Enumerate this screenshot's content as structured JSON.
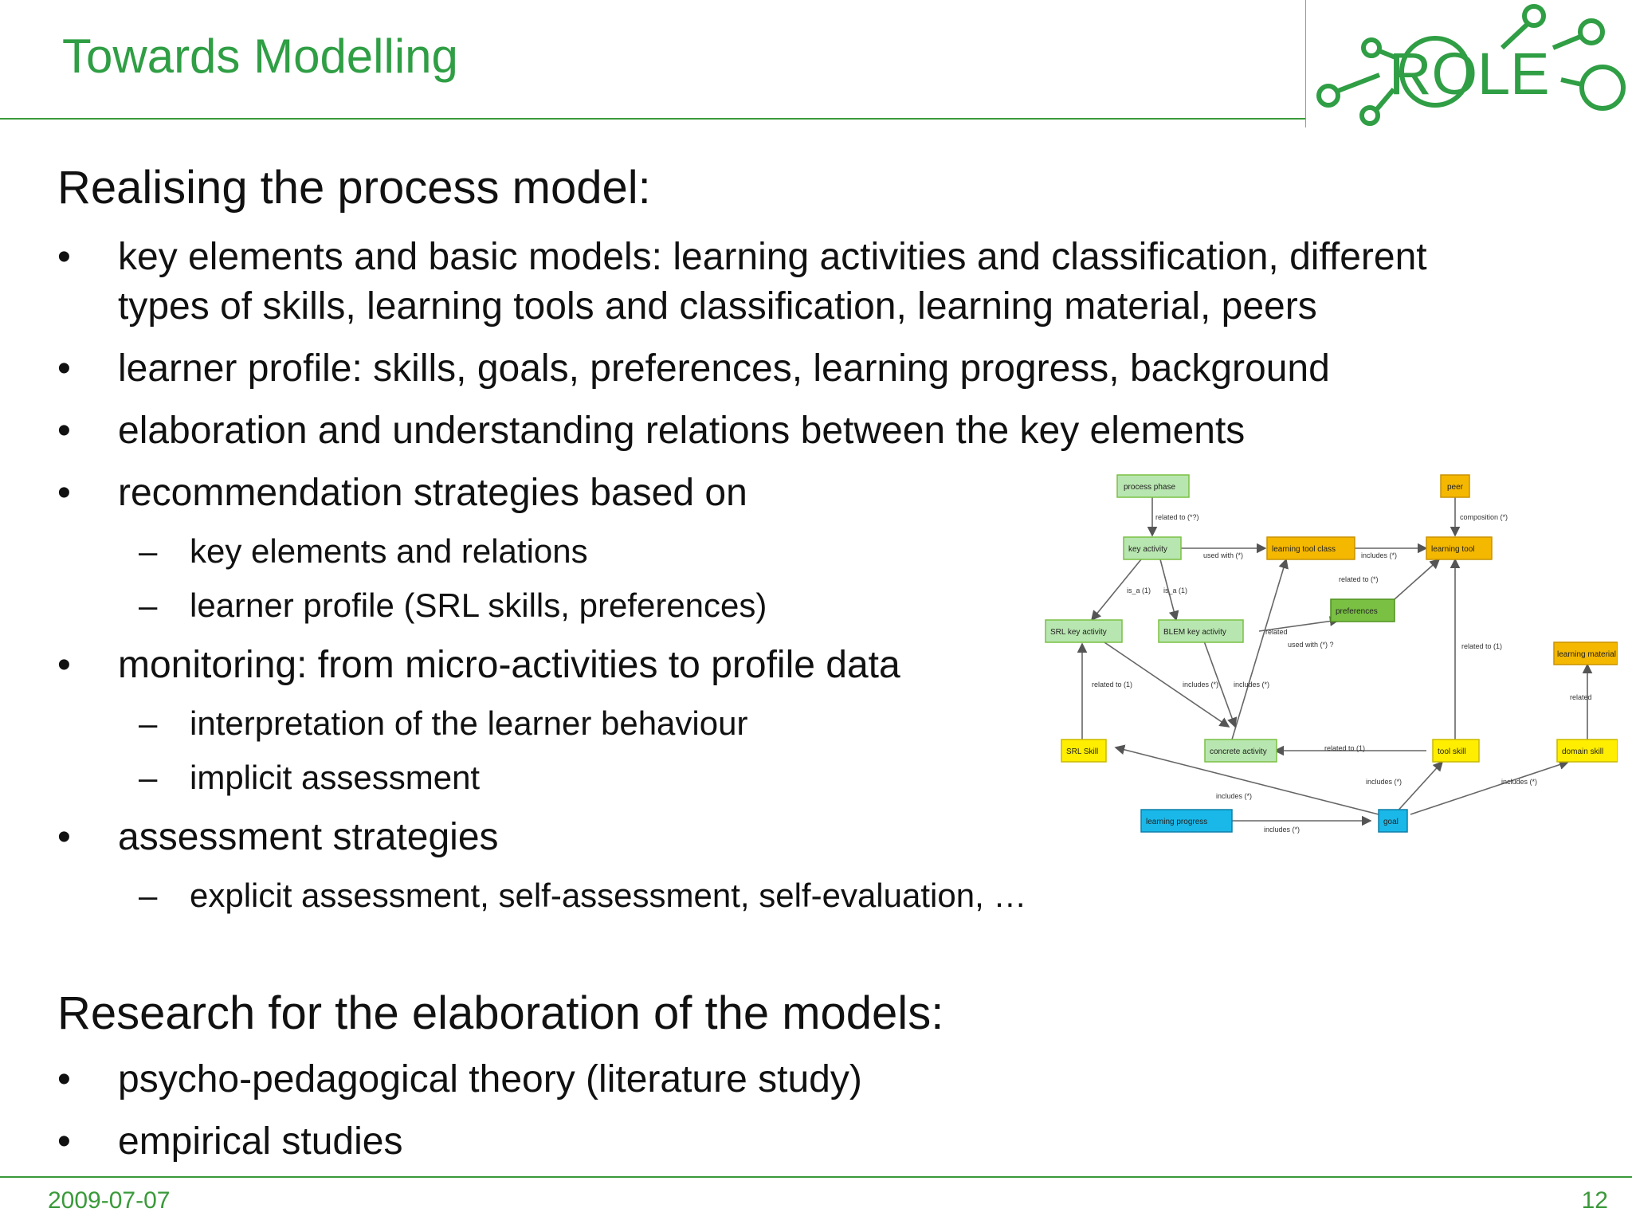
{
  "slide": {
    "title": "Towards Modelling",
    "logo_text": "ROLE"
  },
  "section1": {
    "heading": "Realising the process model:",
    "items": [
      {
        "text": "key elements and basic models: learning activities and classification, different",
        "cont": "types of skills, learning tools and classification, learning material, peers"
      },
      {
        "text": "learner profile: skills, goals, preferences, learning progress, background"
      },
      {
        "text": "elaboration and understanding relations between the key elements"
      },
      {
        "text": "recommendation strategies based on",
        "sub": [
          "key elements and relations",
          "learner profile (SRL skills, preferences)"
        ]
      },
      {
        "text": "monitoring: from micro-activities to profile data",
        "sub": [
          "interpretation of the learner behaviour",
          "implicit assessment"
        ]
      },
      {
        "text": "assessment strategies",
        "sub": [
          "explicit assessment, self-assessment, self-evaluation, …"
        ]
      }
    ]
  },
  "section2": {
    "heading": "Research for the elaboration of the models:",
    "items": [
      "psycho-pedagogical theory (literature study)",
      "empirical studies"
    ]
  },
  "diagram": {
    "nodes": {
      "process_phase": "process phase",
      "peer": "peer",
      "key_activity": "key activity",
      "learning_tool_class": "learning tool class",
      "learning_tool": "learning tool",
      "preferences": "preferences",
      "srl_key_activity": "SRL key activity",
      "blem_key_activity": "BLEM key activity",
      "learning_material": "learning material",
      "srl_skill": "SRL Skill",
      "concrete_activity": "concrete activity",
      "tool_skill": "tool skill",
      "domain_skill": "domain skill",
      "learning_progress": "learning progress",
      "goal": "goal"
    },
    "edges": {
      "related_pp": "related to (*?)",
      "composition": "composition (*)",
      "used_with": "used with (*)",
      "includes_tc": "includes (*)",
      "related_pref": "related to (*)",
      "is_a_1": "is_a (1)",
      "is_a_2": "is_a (1)",
      "related_blem": "related",
      "used_with_q": "used with (*) ?",
      "related_tool": "related to (1)",
      "related_srl": "related to (1)",
      "includes_a": "includes (*)",
      "includes_b": "includes (*)",
      "related_mat": "related",
      "related_ca": "related to (1)",
      "includes_goal": "includes (*)",
      "includes_dom": "includes (*)",
      "includes_skill": "includes (*)",
      "includes_lp": "includes (*)"
    },
    "colors": {
      "green_node": "#b8e6b0",
      "green_dark": "#7ac143",
      "orange_node": "#f5b800",
      "yellow_node": "#ffee00",
      "blue_node": "#1ab8e8",
      "edge": "#555555"
    }
  },
  "footer": {
    "date": "2009-07-07",
    "page": "12"
  }
}
